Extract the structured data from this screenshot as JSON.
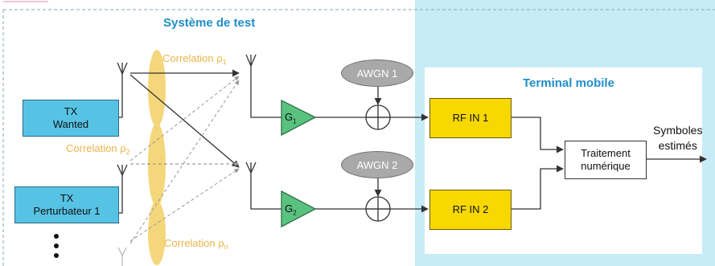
{
  "test_system_title": "Système de test",
  "mobile_terminal_title": "Terminal mobile",
  "correlation_1": "Correlation ρ",
  "correlation_1_sub": "1",
  "correlation_2": "Correlation ρ",
  "correlation_2_sub": "2",
  "correlation_n": "Correlation ρ",
  "correlation_n_sub": "n",
  "tx_wanted_line1": "TX",
  "tx_wanted_line2": "Wanted",
  "tx_perturbateur_line1": "TX",
  "tx_perturbateur_line2": "Perturbateur 1",
  "awgn1": "AWGN 1",
  "awgn2": "AWGN 2",
  "gain1": "G",
  "gain1_sub": "1",
  "gain2": "G",
  "gain2_sub": "2",
  "rf_in_1": "RF IN 1",
  "rf_in_2": "RF IN 2",
  "traitement_line1": "Traitement",
  "traitement_line2": "numérique",
  "output_line1": "Symboles",
  "output_line2": "estimés",
  "colors": {
    "test_panel_bg": "#c7ecf7",
    "mobile_panel_bg": "#ffffff",
    "tx_box": "#57c3e4",
    "rf_box": "#f7d800",
    "gain_triangle": "#5ac27f",
    "correlation_ellipse": "#f4d77a",
    "awgn_bubble": "#a9a9a9",
    "title_blue": "#1f8ec8"
  }
}
